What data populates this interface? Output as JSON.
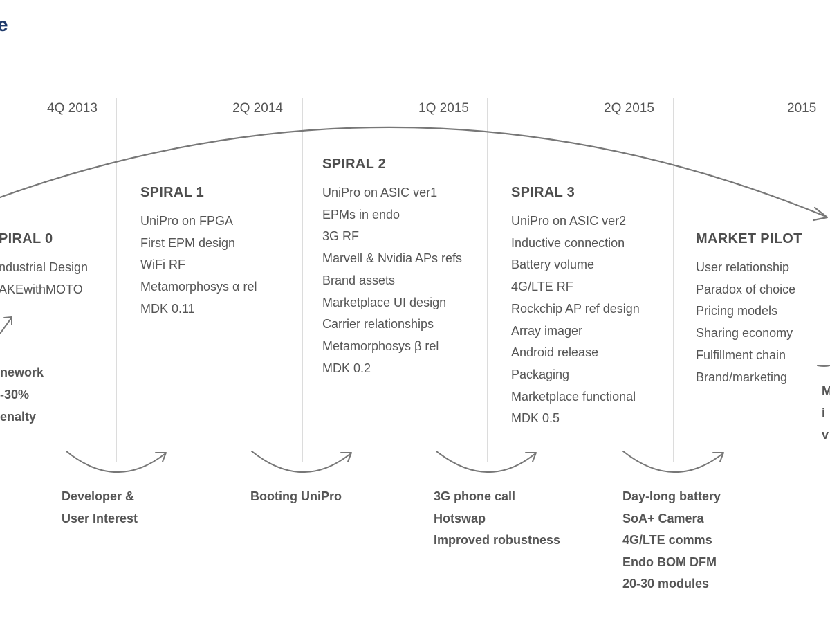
{
  "corner_text": "e",
  "dates": [
    "4Q 2013",
    "2Q 2014",
    "1Q 2015",
    "2Q 2015",
    "2015"
  ],
  "columns": [
    {
      "title": "PIRAL 0",
      "items": [
        "ndustrial Design",
        "AKEwithMOTO"
      ]
    },
    {
      "title": "SPIRAL 1",
      "items": [
        "UniPro on FPGA",
        "First EPM design",
        "WiFi RF",
        "Metamorphosys α rel",
        "MDK 0.11"
      ]
    },
    {
      "title": "SPIRAL 2",
      "items": [
        "UniPro on ASIC ver1",
        "EPMs in endo",
        "3G RF",
        "Marvell & Nvidia APs refs",
        "Brand assets",
        "Marketplace UI design",
        "Carrier relationships",
        "Metamorphosys β rel",
        "MDK 0.2"
      ]
    },
    {
      "title": "SPIRAL 3",
      "items": [
        "UniPro on ASIC ver2",
        "Inductive connection",
        "Battery volume",
        "4G/LTE RF",
        "Rockchip AP ref design",
        "Array imager",
        "Android release",
        "Packaging",
        "Marketplace functional",
        "MDK 0.5"
      ]
    },
    {
      "title": "MARKET PILOT",
      "items": [
        "User relationship",
        "Paradox of choice",
        "Pricing models",
        "Sharing economy",
        "Fulfillment chain",
        "Brand/marketing"
      ]
    }
  ],
  "left_partial": [
    "nework",
    "-30%",
    "enalty"
  ],
  "right_partial": [
    "M",
    "i",
    "v"
  ],
  "milestones": [
    [
      "Developer &",
      "User Interest"
    ],
    [
      "Booting UniPro"
    ],
    [
      "3G phone call",
      "Hotswap",
      "Improved robustness"
    ],
    [
      "Day-long battery",
      "SoA+ Camera",
      "4G/LTE comms",
      "Endo BOM DFM",
      "20-30 modules"
    ]
  ]
}
